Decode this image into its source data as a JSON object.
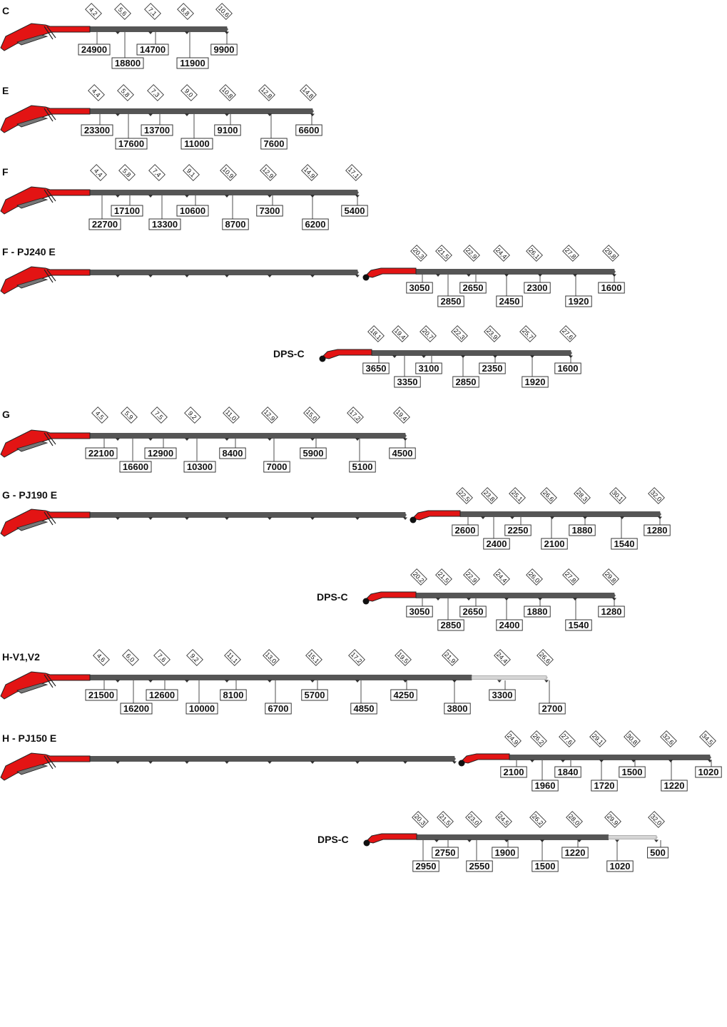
{
  "diagrams": [
    {
      "label": "C",
      "booms": [
        {
          "extension_fraction": 0,
          "reach_m": [
            "4,2",
            "5,6",
            "7,1",
            "8,8",
            "10,6"
          ],
          "load_kg": [
            "24900",
            "18800",
            "14700",
            "11900",
            "9900"
          ]
        }
      ]
    },
    {
      "label": "E",
      "booms": [
        {
          "extension_fraction": 0,
          "reach_m": [
            "4,4",
            "5,8",
            "7,3",
            "9,0",
            "10,8",
            "12,8",
            "14,8"
          ],
          "load_kg": [
            "23300",
            "17600",
            "13700",
            "11000",
            "9100",
            "7600",
            "6600"
          ]
        }
      ]
    },
    {
      "label": "F",
      "booms": [
        {
          "extension_fraction": 0,
          "reach_m": [
            "4,4",
            "5,8",
            "7,4",
            "9,1",
            "10,9",
            "12,9",
            "14,9",
            "17,1"
          ],
          "load_kg": [
            "22700",
            "17100",
            "13300",
            "10600",
            "8700",
            "7300",
            "6200",
            "5400"
          ]
        }
      ]
    },
    {
      "label": "F - PJ240 E",
      "booms": [
        {
          "extension_fraction": 0,
          "reach_m": [],
          "load_kg": []
        },
        {
          "extension_fraction": 0,
          "reach_m": [
            "20,3",
            "21,5",
            "22,9",
            "24,4",
            "26,1",
            "27,8",
            "29,8"
          ],
          "load_kg": [
            "3050",
            "2850",
            "2650",
            "2450",
            "2300",
            "1920",
            "1600"
          ]
        }
      ]
    },
    {
      "label": "DPS-C",
      "booms": [
        {
          "extension_fraction": 0,
          "reach_m": [
            "18,1",
            "19,4",
            "20,7",
            "22,3",
            "23,9",
            "25,7",
            "27,6"
          ],
          "load_kg": [
            "3650",
            "3350",
            "3100",
            "2850",
            "2350",
            "1920",
            "1600"
          ]
        }
      ]
    },
    {
      "label": "G",
      "booms": [
        {
          "extension_fraction": 0,
          "reach_m": [
            "4,5",
            "5,9",
            "7,5",
            "9,2",
            "11,0",
            "12,9",
            "15,0",
            "17,2",
            "19,4"
          ],
          "load_kg": [
            "22100",
            "16600",
            "12900",
            "10300",
            "8400",
            "7000",
            "5900",
            "5100",
            "4500"
          ]
        }
      ]
    },
    {
      "label": "G - PJ190 E",
      "booms": [
        {
          "extension_fraction": 0,
          "reach_m": [],
          "load_kg": []
        },
        {
          "extension_fraction": 0,
          "reach_m": [
            "22,5",
            "23,8",
            "25,1",
            "26,6",
            "28,3",
            "30,1",
            "32,0"
          ],
          "load_kg": [
            "2600",
            "2400",
            "2250",
            "2100",
            "1880",
            "1540",
            "1280"
          ]
        }
      ]
    },
    {
      "label": "DPS-C",
      "booms": [
        {
          "extension_fraction": 0,
          "reach_m": [
            "20,2",
            "21,5",
            "22,9",
            "24,4",
            "26,0",
            "27,8",
            "29,8"
          ],
          "load_kg": [
            "3050",
            "2850",
            "2650",
            "2400",
            "1880",
            "1540",
            "1280"
          ]
        }
      ]
    },
    {
      "label": "H-V1,V2",
      "booms": [
        {
          "extension_fraction": 0.836,
          "reach_m": [
            "4,6",
            "6,0",
            "7,6",
            "9,2",
            "11,1",
            "13,0",
            "15,1",
            "17,2",
            "19,5",
            "21,9",
            "24,4",
            "26,6"
          ],
          "load_kg": [
            "21500",
            "16200",
            "12600",
            "10000",
            "8100",
            "6700",
            "5700",
            "4850",
            "4250",
            "3800",
            "3300",
            "2700"
          ]
        }
      ]
    },
    {
      "label": "H - PJ150 E",
      "booms": [
        {
          "extension_fraction": 0,
          "reach_m": [],
          "load_kg": []
        },
        {
          "extension_fraction": 0,
          "reach_m": [
            "24,9",
            "26,2",
            "27,6",
            "29,1",
            "30,8",
            "32,6",
            "34,5"
          ],
          "load_kg": [
            "2100",
            "1960",
            "1840",
            "1720",
            "1500",
            "1220",
            "1020"
          ]
        }
      ]
    },
    {
      "label": "DPS-C",
      "booms": [
        {
          "extension_fraction": 0.8,
          "reach_m": [
            "20,3",
            "21,5",
            "23,0",
            "24,5",
            "26,2",
            "28,0",
            "29,9",
            "32,0"
          ],
          "load_kg": [
            "2950",
            "2750",
            "2550",
            "1900",
            "1500",
            "1220",
            "1020",
            "500"
          ]
        }
      ]
    }
  ],
  "colors": {
    "boom_base": "#e31414",
    "boom_extension": "#555555",
    "boom_optional_extension": "#d6d6d6",
    "outline": "#222222",
    "label_box_fill": "#ffffff",
    "label_text": "#111111"
  }
}
